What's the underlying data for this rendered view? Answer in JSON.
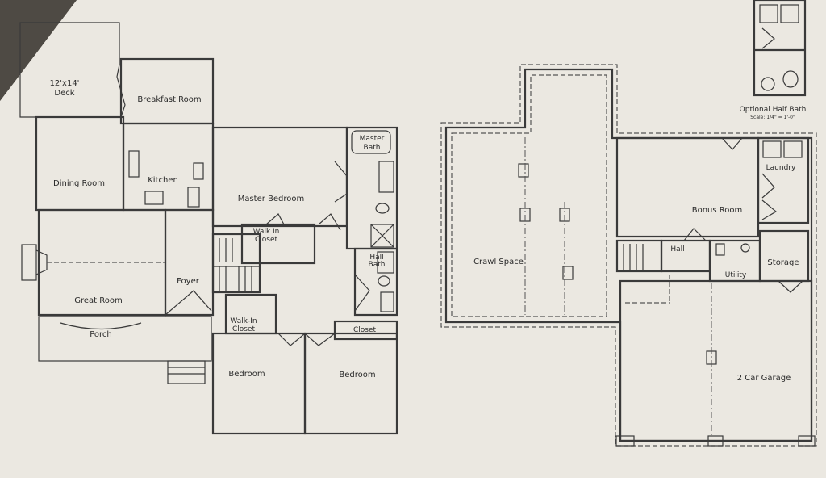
{
  "labels": {
    "deck": [
      "12'x14'",
      "Deck"
    ],
    "breakfast": "Breakfast Room",
    "dining": "Dining Room",
    "kitchen": "Kitchen",
    "master_bed": "Master Bedroom",
    "master_bath": [
      "Master",
      "Bath"
    ],
    "walk_in_1": [
      "Walk In",
      "Closet"
    ],
    "great_room": "Great Room",
    "foyer": "Foyer",
    "porch": "Porch",
    "walk_in_2": [
      "Walk-In",
      "Closet"
    ],
    "hall_bath": [
      "Hall",
      "Bath"
    ],
    "closet": "Closet",
    "bedroom_1": "Bedroom",
    "bedroom_2": "Bedroom",
    "crawl": "Crawl Space",
    "bonus": "Bonus Room",
    "laundry": "Laundry",
    "hall": "Hall",
    "utility": "Utility",
    "storage": "Storage",
    "garage": "2 Car Garage",
    "optional_half_bath": "Optional Half Bath",
    "scale": "Scale: 1/4\" = 1'-0\""
  },
  "colors": {
    "paper": "#ece9e2",
    "ink": "#3a3a3a",
    "background": "#5a5650"
  }
}
